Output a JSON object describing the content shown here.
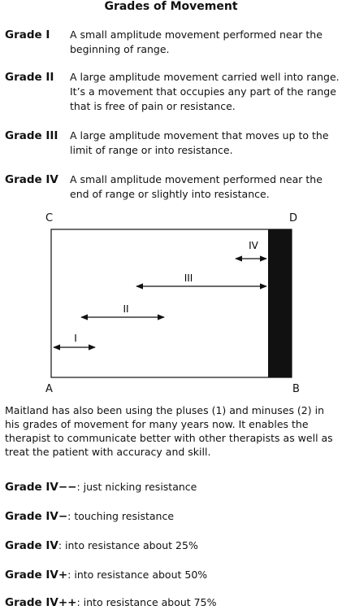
{
  "title": "Grades of Movement",
  "grades": [
    {
      "name": "Grade I",
      "description": "A small amplitude movement performed near the beginning of range."
    },
    {
      "name": "Grade II",
      "description": "A large amplitude movement carried well into range. It’s a movement that occupies any part of the range that is free of pain or resistance."
    },
    {
      "name": "Grade III",
      "description": "A large amplitude movement that moves up to the limit of range or into resistance."
    },
    {
      "name": "Grade IV",
      "description": "A small amplitude movement performed near the end of range or slightly into resistance."
    }
  ],
  "diagram": {
    "corners": {
      "c": "C",
      "d": "D",
      "a": "A",
      "b": "B"
    },
    "arrows": [
      {
        "label": "I"
      },
      {
        "label": "II"
      },
      {
        "label": "III"
      },
      {
        "label": "IV"
      }
    ]
  },
  "paragraph": "Maitland has also been using the pluses (1) and minuses (2) in his grades of movement for many years now. It enables the therapist to communicate better with other therapists as well as treat the patient with accuracy and skill.",
  "subgrades": [
    {
      "name": "Grade IV−−",
      "description": ": just nicking resistance"
    },
    {
      "name": "Grade IV−",
      "description": ": touching resistance"
    },
    {
      "name": "Grade IV",
      "description": ": into resistance about 25%"
    },
    {
      "name": "Grade IV+",
      "description": ": into resistance about 50%"
    },
    {
      "name": "Grade IV++",
      "description": ": into resistance about 75%"
    }
  ]
}
